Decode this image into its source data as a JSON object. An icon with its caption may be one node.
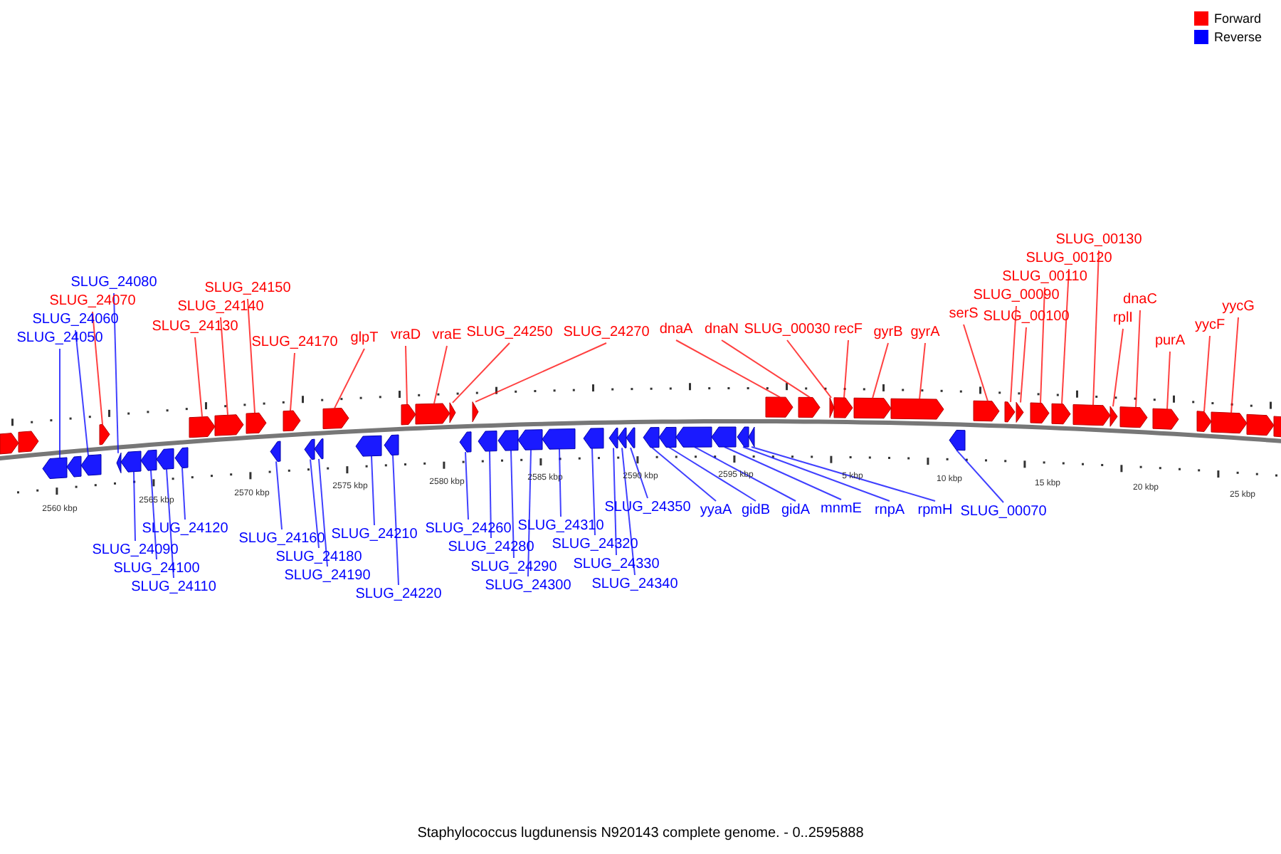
{
  "diagram": {
    "caption": "Staphylococcus lugdunensis N920143 complete genome. - 0..2595888",
    "nodes": [
      {
        "text": [
          "SLUG_24050"
        ]
      },
      {
        "text": [
          "SLUG_24060"
        ]
      },
      {
        "text": [
          "SLUG_24070"
        ]
      },
      {
        "text": [
          "SLUG_24080"
        ]
      },
      {
        "text": [
          "SLUG_24130"
        ]
      },
      {
        "text": [
          "SLUG_24140"
        ]
      },
      {
        "text": [
          "SLUG_24150"
        ]
      },
      {
        "text": [
          "SLUG_24170"
        ]
      },
      {
        "text": [
          "glpT"
        ]
      },
      {
        "text": [
          "vraD"
        ]
      },
      {
        "text": [
          "vraE"
        ]
      },
      {
        "text": [
          "SLUG_24250"
        ]
      },
      {
        "text": [
          "SLUG_24270"
        ]
      },
      {
        "text": [
          "dnaA"
        ]
      },
      {
        "text": [
          "dnaN"
        ]
      },
      {
        "text": [
          "SLUG_00030"
        ]
      },
      {
        "text": [
          "recF"
        ]
      },
      {
        "text": [
          "gyrB"
        ]
      },
      {
        "text": [
          "gyrA"
        ]
      },
      {
        "text": [
          "serS"
        ]
      },
      {
        "text": [
          "SLUG_00090"
        ]
      },
      {
        "text": [
          "SLUG_00100"
        ]
      },
      {
        "text": [
          "SLUG_00110"
        ]
      },
      {
        "text": [
          "SLUG_00120"
        ]
      },
      {
        "text": [
          "SLUG_00130"
        ]
      },
      {
        "text": [
          "rplI"
        ]
      },
      {
        "text": [
          "dnaC"
        ]
      },
      {
        "text": [
          "purA"
        ]
      },
      {
        "text": [
          "yycF"
        ]
      },
      {
        "text": [
          "yycG"
        ]
      },
      {
        "text": [
          "SLUG_24090"
        ]
      },
      {
        "text": [
          "SLUG_24100"
        ]
      },
      {
        "text": [
          "SLUG_24110"
        ]
      },
      {
        "text": [
          "SLUG_24120"
        ]
      },
      {
        "text": [
          "SLUG_24160"
        ]
      },
      {
        "text": [
          "SLUG_24180"
        ]
      },
      {
        "text": [
          "SLUG_24190"
        ]
      },
      {
        "text": [
          "SLUG_24210"
        ]
      },
      {
        "text": [
          "SLUG_24220"
        ]
      },
      {
        "text": [
          "SLUG_24260"
        ]
      },
      {
        "text": [
          "SLUG_24280"
        ]
      },
      {
        "text": [
          "SLUG_24290"
        ]
      },
      {
        "text": [
          "SLUG_24300"
        ]
      },
      {
        "text": [
          "SLUG_24310"
        ]
      },
      {
        "text": [
          "SLUG_24320"
        ]
      },
      {
        "text": [
          "SLUG_24330"
        ]
      },
      {
        "text": [
          "SLUG_24340"
        ]
      },
      {
        "text": [
          "SLUG_24350"
        ]
      },
      {
        "text": [
          "yyaA"
        ]
      },
      {
        "text": [
          "gidB"
        ]
      },
      {
        "text": [
          "gidA"
        ]
      },
      {
        "text": [
          "mnmE"
        ]
      },
      {
        "text": [
          "rnpA"
        ]
      },
      {
        "text": [
          "rpmH"
        ]
      },
      {
        "text": [
          "SLUG_00070"
        ]
      },
      {
        "text": [],
        "shape": "pentagon"
      },
      {
        "text": [],
        "shape": "pentagon"
      },
      {
        "text": [],
        "shape": "pentagon"
      },
      {
        "text": [],
        "shape": "pentagon"
      },
      {
        "text": [],
        "shape": "pentagon"
      },
      {
        "text": [],
        "shape": "pentagon"
      },
      {
        "text": [],
        "shape": "pentagon"
      },
      {
        "text": [],
        "shape": "pentagon"
      },
      {
        "text": [],
        "shape": "pentagon"
      },
      {
        "text": [],
        "shape": "pentagon"
      },
      {
        "text": [],
        "shape": "pentagon"
      },
      {
        "text": [],
        "shape": "pentagon"
      },
      {
        "text": [],
        "shape": "pentagon"
      },
      {
        "text": [],
        "shape": "pentagon"
      },
      {
        "text": [],
        "shape": "pentagon"
      },
      {
        "text": [],
        "shape": "pentagon"
      },
      {
        "text": [],
        "shape": "pentagon"
      },
      {
        "text": [],
        "shape": "pentagon"
      },
      {
        "text": [],
        "shape": "pentagon"
      },
      {
        "text": [],
        "shape": "pentagon"
      },
      {
        "text": [],
        "shape": "pentagon"
      },
      {
        "text": [],
        "shape": "pentagon"
      },
      {
        "text": [],
        "shape": "pentagon"
      },
      {
        "text": [],
        "shape": "pentagon"
      },
      {
        "text": [],
        "shape": "pentagon"
      },
      {
        "text": [],
        "shape": "pentagon"
      },
      {
        "text": [],
        "shape": "pentagon"
      },
      {
        "text": [],
        "shape": "pentagon"
      },
      {
        "text": [],
        "shape": "pentagon"
      },
      {
        "text": [],
        "shape": "pentagon"
      },
      {
        "text": [],
        "shape": "pentagon"
      },
      {
        "text": [],
        "shape": "pentagon"
      },
      {
        "text": [],
        "shape": "pentagon"
      },
      {
        "text": [],
        "shape": "pentagon"
      },
      {
        "text": [],
        "shape": "pentagon"
      },
      {
        "text": [],
        "shape": "pentagon"
      },
      {
        "text": [],
        "shape": "pentagon"
      },
      {
        "text": [],
        "shape": "pentagon"
      },
      {
        "text": [],
        "shape": "pentagon"
      },
      {
        "text": [],
        "shape": "pentagon"
      },
      {
        "text": [],
        "shape": "pentagon"
      },
      {
        "text": [],
        "shape": "pentagon"
      },
      {
        "text": [],
        "shape": "pentagon"
      },
      {
        "text": [],
        "shape": "pentagon"
      },
      {
        "text": [],
        "shape": "pentagon"
      },
      {
        "text": [],
        "shape": "pentagon"
      },
      {
        "text": [],
        "shape": "pentagon"
      },
      {
        "text": [],
        "shape": "pentagon"
      },
      {
        "text": [],
        "shape": "pentagon"
      },
      {
        "text": [],
        "shape": "pentagon"
      },
      {
        "text": [],
        "shape": "pentagon"
      },
      {
        "text": [],
        "shape": "pentagon"
      },
      {
        "text": [],
        "shape": "pentagon"
      },
      {
        "text": [],
        "shape": "pentagon"
      },
      {
        "text": [],
        "shape": "pentagon"
      },
      {
        "text": [],
        "shape": "pentagon"
      },
      {
        "text": [],
        "shape": "pentagon"
      },
      {
        "text": [],
        "shape": "pentagon"
      },
      {
        "text": [],
        "shape": "pentagon"
      },
      {
        "text": [],
        "shape": "pentagon"
      }
    ],
    "edges": [
      {
        "from": 0,
        "to": 55,
        "arrow": "none"
      },
      {
        "from": 1,
        "to": 56,
        "arrow": "none"
      },
      {
        "from": 2,
        "to": 57,
        "arrow": "none",
        "color": "#ff0000"
      },
      {
        "from": 3,
        "to": 58,
        "arrow": "none"
      },
      {
        "from": 4,
        "to": 59,
        "arrow": "none",
        "color": "#ff0000"
      },
      {
        "from": 5,
        "to": 60,
        "arrow": "none",
        "color": "#ff0000"
      },
      {
        "from": 6,
        "to": 61,
        "arrow": "none",
        "color": "#ff0000"
      },
      {
        "from": 7,
        "to": 62,
        "arrow": "none",
        "color": "#ff0000"
      },
      {
        "from": 8,
        "to": 63,
        "arrow": "none",
        "color": "#ff0000"
      },
      {
        "from": 9,
        "to": 64,
        "arrow": "none",
        "color": "#ff0000"
      },
      {
        "from": 10,
        "to": 65,
        "arrow": "none",
        "color": "#ff0000"
      },
      {
        "from": 11,
        "to": 66,
        "arrow": "none",
        "color": "#ff0000"
      },
      {
        "from": 12,
        "to": 67,
        "arrow": "none",
        "color": "#ff0000"
      },
      {
        "from": 13,
        "to": 68,
        "arrow": "none",
        "color": "#ff0000"
      },
      {
        "from": 14,
        "to": 69,
        "arrow": "none",
        "color": "#ff0000"
      },
      {
        "from": 15,
        "to": 70,
        "arrow": "none",
        "color": "#ff0000"
      },
      {
        "from": 16,
        "to": 71,
        "arrow": "none",
        "color": "#ff0000"
      },
      {
        "from": 17,
        "to": 72,
        "arrow": "none",
        "color": "#ff0000"
      },
      {
        "from": 18,
        "to": 73,
        "arrow": "none",
        "color": "#ff0000"
      },
      {
        "from": 19,
        "to": 74,
        "arrow": "none",
        "color": "#ff0000"
      },
      {
        "from": 20,
        "to": 75,
        "arrow": "none",
        "color": "#ff0000"
      },
      {
        "from": 21,
        "to": 76,
        "arrow": "none",
        "color": "#ff0000"
      },
      {
        "from": 22,
        "to": 77,
        "arrow": "none",
        "color": "#ff0000"
      },
      {
        "from": 23,
        "to": 78,
        "arrow": "none",
        "color": "#ff0000"
      },
      {
        "from": 24,
        "to": 79,
        "arrow": "none",
        "color": "#ff0000"
      },
      {
        "from": 25,
        "to": 80,
        "arrow": "none",
        "color": "#ff0000"
      },
      {
        "from": 26,
        "to": 81,
        "arrow": "none",
        "color": "#ff0000"
      },
      {
        "from": 27,
        "to": 82,
        "arrow": "none",
        "color": "#ff0000"
      },
      {
        "from": 28,
        "to": 83,
        "arrow": "none",
        "color": "#ff0000"
      },
      {
        "from": 29,
        "to": 84,
        "arrow": "none",
        "color": "#ff0000"
      },
      {
        "from": 30,
        "to": 85,
        "arrow": "none"
      },
      {
        "from": 31,
        "to": 86,
        "arrow": "none"
      },
      {
        "from": 32,
        "to": 87,
        "arrow": "none"
      },
      {
        "from": 33,
        "to": 88,
        "arrow": "none"
      },
      {
        "from": 34,
        "to": 89,
        "arrow": "none"
      },
      {
        "from": 35,
        "to": 90,
        "arrow": "none"
      },
      {
        "from": 36,
        "to": 91,
        "arrow": "none"
      },
      {
        "from": 37,
        "to": 92,
        "arrow": "none"
      },
      {
        "from": 38,
        "to": 93,
        "arrow": "none"
      },
      {
        "from": 39,
        "to": 94,
        "arrow": "none"
      },
      {
        "from": 40,
        "to": 95,
        "arrow": "none"
      },
      {
        "from": 41,
        "to": 96,
        "arrow": "none"
      },
      {
        "from": 42,
        "to": 97,
        "arrow": "none"
      },
      {
        "from": 43,
        "to": 98,
        "arrow": "none"
      },
      {
        "from": 44,
        "to": 99,
        "arrow": "none"
      },
      {
        "from": 45,
        "to": 100,
        "arrow": "none"
      },
      {
        "from": 46,
        "to": 101,
        "arrow": "none"
      },
      {
        "from": 47,
        "to": 102,
        "arrow": "none"
      },
      {
        "from": 48,
        "to": 103,
        "arrow": "none"
      },
      {
        "from": 49,
        "to": 104,
        "arrow": "none"
      },
      {
        "from": 50,
        "to": 105,
        "arrow": "none"
      },
      {
        "from": 51,
        "to": 106,
        "arrow": "none"
      },
      {
        "from": 52,
        "to": 107,
        "arrow": "none"
      },
      {
        "from": 53,
        "to": 108,
        "arrow": "none"
      },
      {
        "from": 54,
        "to": 109,
        "arrow": "none"
      }
    ],
    "labels": [
      "2560 kbp",
      "2565 kbp",
      "2570 kbp",
      "2575 kbp",
      "2580 kbp",
      "2585 kbp",
      "2590 kbp",
      "2595 kbp",
      "5 kbp",
      "10 kbp",
      "15 kbp",
      "20 kbp",
      "25 kbp"
    ],
    "legend": [
      {
        "text": "Forward",
        "color": "#ff0000"
      },
      {
        "text": "Reverse",
        "color": "#0000ff"
      }
    ]
  }
}
